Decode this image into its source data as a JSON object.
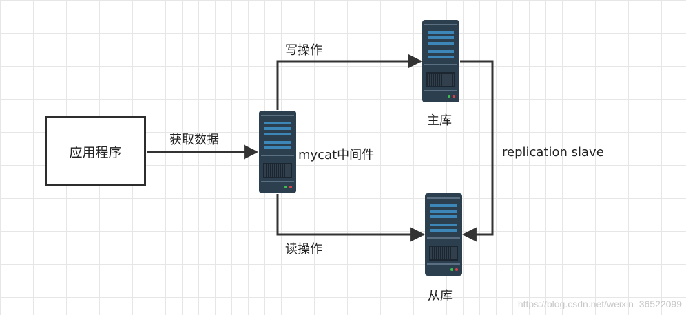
{
  "nodes": {
    "app": {
      "label": "应用程序"
    },
    "mycat": {
      "label": "mycat中间件"
    },
    "master": {
      "label": "主库"
    },
    "slave": {
      "label": "从库"
    }
  },
  "edges": {
    "fetch": {
      "label": "获取数据"
    },
    "write": {
      "label": "写操作"
    },
    "read": {
      "label": "读操作"
    },
    "replication": {
      "label": "replication slave"
    }
  },
  "watermark": "https://blog.csdn.net/weixin_36522099",
  "colors": {
    "line": "#333333",
    "server_body": "#2b3f4f",
    "server_bar": "#3d87b8",
    "led_green": "#3fbf4f",
    "led_red": "#e0404a"
  }
}
